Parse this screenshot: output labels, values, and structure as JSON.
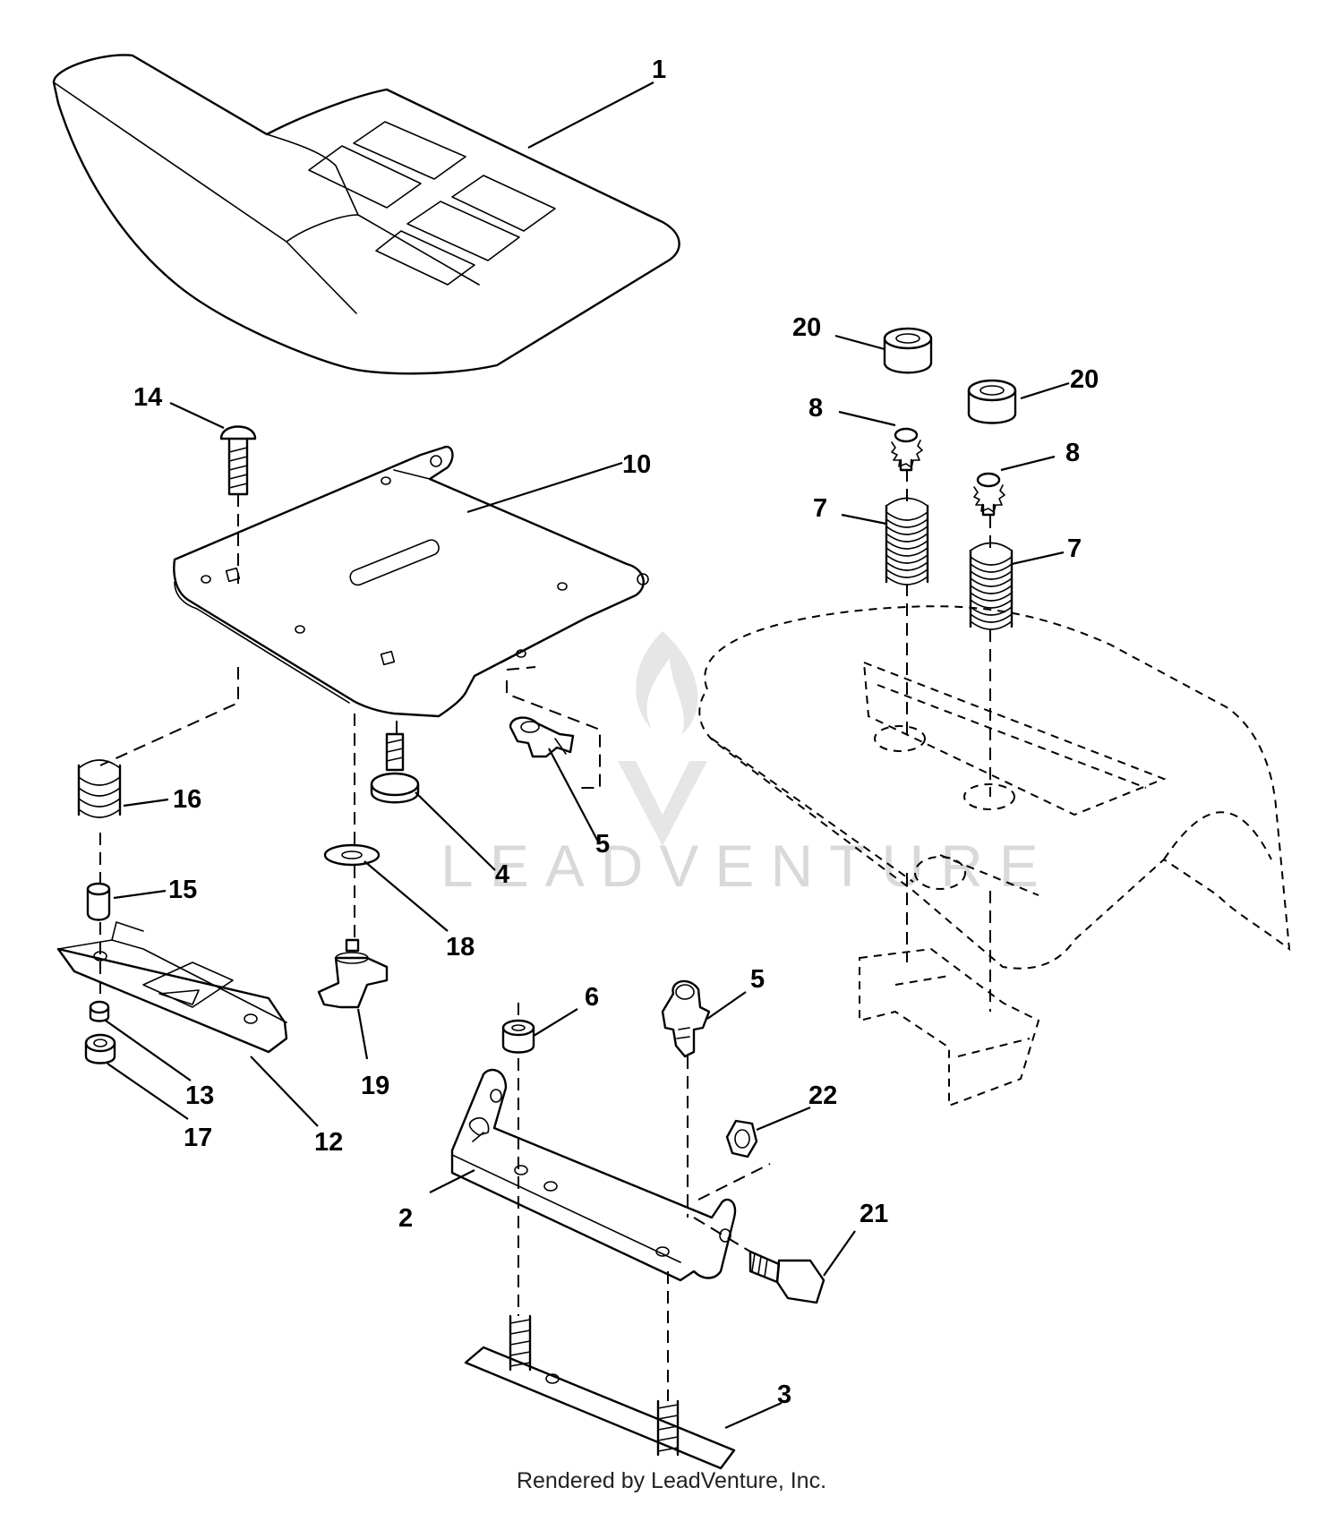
{
  "watermark": {
    "brand_text": "LEADVENTURE",
    "color": "#d9d9d9"
  },
  "footer": {
    "rendered_by": "Rendered by LeadVenture, Inc."
  },
  "callouts": [
    "1",
    "2",
    "3",
    "4",
    "5",
    "5",
    "6",
    "7",
    "7",
    "8",
    "8",
    "10",
    "12",
    "13",
    "14",
    "15",
    "16",
    "17",
    "18",
    "19",
    "20",
    "20",
    "21",
    "22"
  ]
}
